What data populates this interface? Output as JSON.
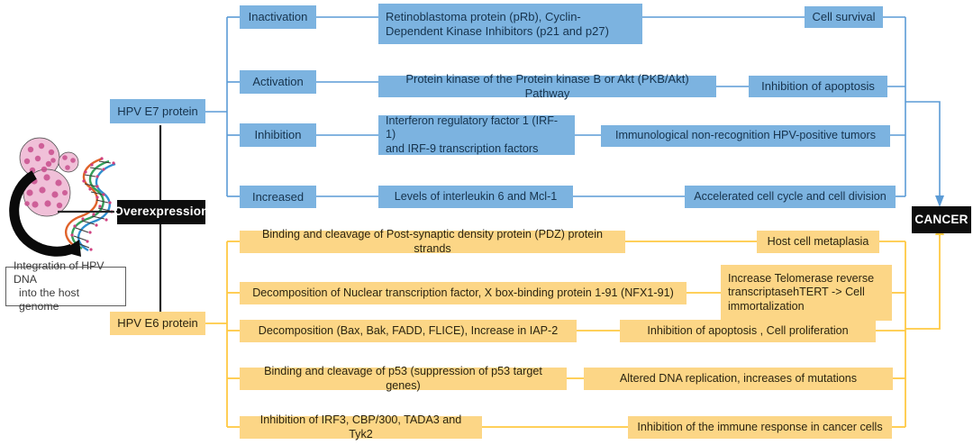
{
  "diagram": {
    "title": "HPV oncoprotein pathways leading to cancer",
    "colors": {
      "blue_box": "#7cb3e0",
      "blue_line": "#5b9bd5",
      "yellow_box": "#fcd686",
      "yellow_line": "#ffc943",
      "black_box": "#0d0d0d",
      "outline_box_border": "#5e5e5e"
    }
  },
  "source": {
    "overexpression_label": "Overexpression",
    "integration_caption_line1": "Integration of HPV DNA",
    "integration_caption_line2": "into the host genome",
    "virus_icon": "hpv-virus-dna-illustration"
  },
  "e7": {
    "protein_label": "HPV E7 protein",
    "branches": [
      {
        "action": "Inactivation",
        "target_line1": "Retinoblastoma protein  (pRb), Cyclin-",
        "target_line2": "Dependent  Kinase Inhibitors (p21 and p27)",
        "outcome": "Cell survival"
      },
      {
        "action": "Activation",
        "target_line1": "Protein kinase of the Protein kinase B or Akt (PKB/Akt) Pathway",
        "target_line2": "",
        "outcome": "Inhibition of apoptosis"
      },
      {
        "action": "Inhibition",
        "target_line1": "Interferon regulatory factor 1 (IRF-1)",
        "target_line2": "and  IRF-9 transcription factors",
        "outcome": "Immunological non-recognition HPV-positive tumors"
      },
      {
        "action": "Increased",
        "target_line1": "Levels of interleukin 6 and Mcl-1",
        "target_line2": "",
        "outcome": "Accelerated cell cycle and cell division"
      }
    ]
  },
  "e6": {
    "protein_label": "HPV E6 protein",
    "branches": [
      {
        "mechanism": "Binding and cleavage of Post-synaptic density protein (PDZ) protein strands",
        "outcome_line1": "Host cell metaplasia",
        "outcome_line2": "",
        "outcome_line3": ""
      },
      {
        "mechanism": "Decomposition of Nuclear transcription factor, X box-binding protein 1-91 (NFX1-91)",
        "outcome_line1": "Increase Telomerase reverse",
        "outcome_line2": "transcriptasehTERT -> Cell",
        "outcome_line3": "immortalization"
      },
      {
        "mechanism": "Decomposition (Bax, Bak, FADD, FLICE), Increase in IAP-2",
        "outcome_line1": "Inhibition of apoptosis , Cell proliferation",
        "outcome_line2": "",
        "outcome_line3": ""
      },
      {
        "mechanism": "Binding and cleavage of p53 (suppression of p53 target genes)",
        "outcome_line1": "Altered DNA replication, increases of mutations",
        "outcome_line2": "",
        "outcome_line3": ""
      },
      {
        "mechanism": "Inhibition of  IRF3, CBP/300, TADA3 and Tyk2",
        "outcome_line1": "Inhibition of the immune response in cancer cells",
        "outcome_line2": "",
        "outcome_line3": ""
      }
    ]
  },
  "result": {
    "cancer_label": "CANCER"
  }
}
